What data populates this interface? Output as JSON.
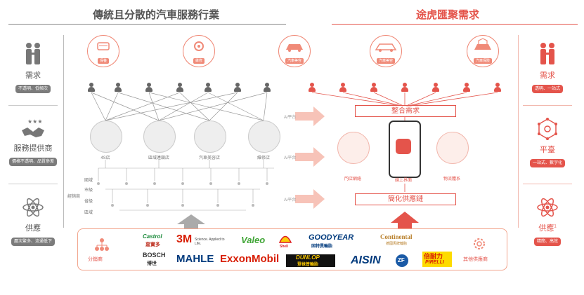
{
  "left_title": "傳統且分散的汽車服務行業",
  "right_title": "途虎匯聚需求",
  "colors": {
    "accent": "#e4544b",
    "gray": "#7b7b7b",
    "light_accent": "#f08a78"
  },
  "left_side": {
    "demand": {
      "label": "需求",
      "pill": "不透明、低頻次",
      "icon": "people-handshake-icon"
    },
    "providers": {
      "label": "服務提供商",
      "pill": "價格不透明、品質參差",
      "icon": "handshake-stars-icon"
    },
    "supply": {
      "label": "供應",
      "pill": "層次繁多、流通低下",
      "icon": "atom-icon"
    }
  },
  "right_side": {
    "demand": {
      "label": "需求",
      "pill": "透明、一站式",
      "icon": "people-handshake-icon"
    },
    "platform": {
      "label": "平臺",
      "pill": "一站式、數字化",
      "icon": "network-icon"
    },
    "supply": {
      "label": "供應",
      "sup": "1",
      "pill": "精簡、高效",
      "icon": "atom-icon"
    }
  },
  "left_services": [
    {
      "label": "保養",
      "icon": "car-service-icon"
    },
    {
      "label": "維修",
      "icon": "gear-wrench-icon"
    },
    {
      "label": "汽車美容",
      "icon": "car-wash-icon"
    }
  ],
  "right_services": [
    {
      "label": "汽車美容",
      "icon": "car-icon"
    },
    {
      "label": "汽車保險",
      "icon": "car-shield-icon"
    }
  ],
  "shops": [
    {
      "label": "4S店",
      "icon": "dealership-icon"
    },
    {
      "label": "區域連鎖店",
      "icon": "chain-store-icon"
    },
    {
      "label": "汽車美容店",
      "icon": "car-beauty-shop-icon"
    },
    {
      "label": "維修店",
      "icon": "repair-shop-icon"
    }
  ],
  "tiers": {
    "group": "經銷商",
    "levels": [
      "國域",
      "市級",
      "省級",
      "區域"
    ]
  },
  "platform": {
    "integrate_label": "整合需求",
    "simplify_label": "簡化供應鏈",
    "nodes": [
      {
        "label": "門店網絡",
        "icon": "store-network-icon"
      },
      {
        "label": "線上界面",
        "icon": "phone-app-icon"
      },
      {
        "label": "物流體系",
        "icon": "logistics-icon"
      }
    ]
  },
  "arrow_text": "Ai平台",
  "distributor_label": "分銷商",
  "other_supplier_label": "其他供應商",
  "brands": {
    "castrol": "Castrol",
    "castrol_cn": "嘉實多",
    "bosch": "BOSCH",
    "bosch_cn": "博世",
    "threem": "3M",
    "threem_tag": "Science. Applied to Life.",
    "valeo": "Valeo",
    "shell": "Shell",
    "goodyear": "GOODYEAR",
    "goodyear_cn": "固特異輪胎",
    "dunlop": "DUNLOP",
    "dunlop_cn": "登祿普輪胎",
    "continental": "Continental",
    "continental_cn": "德國馬牌輪胎",
    "mahle": "MAHLE",
    "exxonmobil": "ExxonMobil",
    "aisin": "AISIN",
    "zf": "ZF",
    "pirelli_cn": "倍耐力",
    "pirelli": "PIRELLI"
  }
}
